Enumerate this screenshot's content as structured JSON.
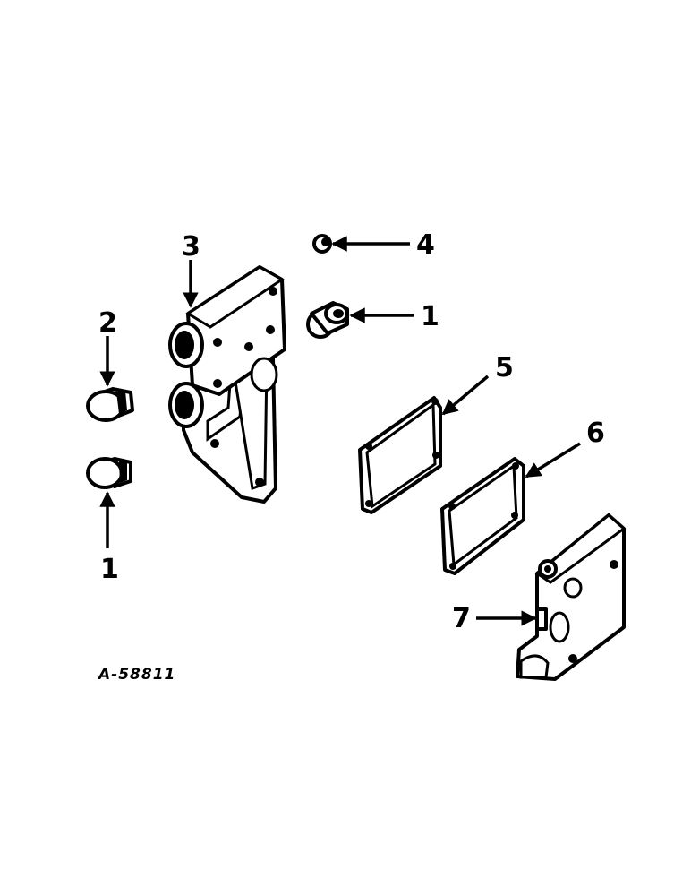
{
  "figure": {
    "id_label": "A-58811"
  },
  "callouts": [
    {
      "key": "c1a",
      "text": "1"
    },
    {
      "key": "c1b",
      "text": "1"
    },
    {
      "key": "c2",
      "text": "2"
    },
    {
      "key": "c3",
      "text": "3"
    },
    {
      "key": "c4",
      "text": "4"
    },
    {
      "key": "c5",
      "text": "5"
    },
    {
      "key": "c6",
      "text": "6"
    },
    {
      "key": "c7",
      "text": "7"
    }
  ]
}
